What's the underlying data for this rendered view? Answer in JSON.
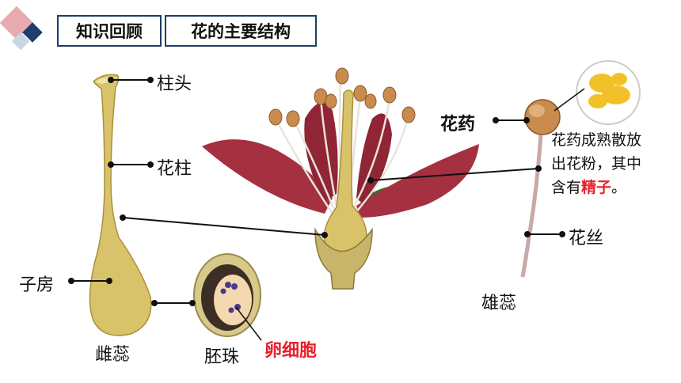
{
  "header": {
    "review_tab": "知识回顾",
    "topic_tab": "花的主要结构"
  },
  "labels": {
    "stigma": "柱头",
    "style": "花柱",
    "ovary": "子房",
    "pistil": "雌蕊",
    "ovule": "胚珠",
    "egg_cell": "卵细胞",
    "anther": "花药",
    "filament": "花丝",
    "stamen": "雄蕊"
  },
  "note": {
    "line1": "花药成熟散放",
    "line2": "出花粉，其中",
    "line3_prefix": "含有",
    "line3_highlight": "精子",
    "line3_suffix": "。"
  },
  "colors": {
    "accent_red": "#e8202a",
    "frame_blue": "#1f3d6b",
    "petal": "#a5303f",
    "pistil": "#d9c36a"
  }
}
